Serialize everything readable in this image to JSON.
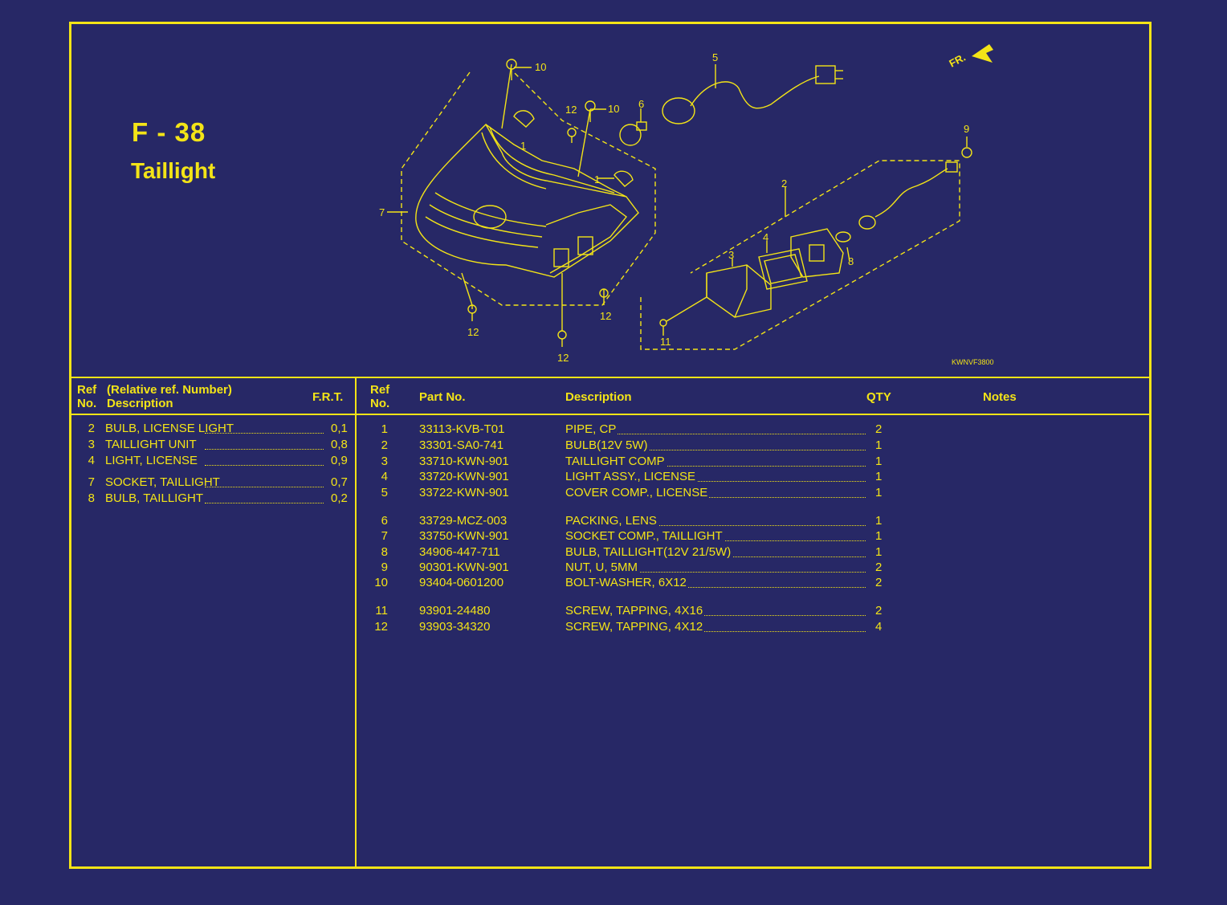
{
  "figure": {
    "number": "F - 38",
    "title": "Taillight",
    "code": "KWNVF3800",
    "direction_label": "FR.",
    "callouts": [
      "1",
      "1",
      "2",
      "3",
      "4",
      "5",
      "6",
      "7",
      "8",
      "9",
      "10",
      "10",
      "11",
      "12",
      "12",
      "12",
      "12"
    ]
  },
  "left_table": {
    "header": {
      "ref": "Ref",
      "no": "No.",
      "relative": "(Relative ref. Number)",
      "description": "Description",
      "frt": "F.R.T."
    },
    "rows": [
      {
        "ref": "2",
        "description": "BULB, LICENSE LIGHT",
        "frt": "0,1"
      },
      {
        "ref": "3",
        "description": "TAILLIGHT UNIT",
        "frt": "0,8"
      },
      {
        "ref": "4",
        "description": "LIGHT, LICENSE",
        "frt": "0,9"
      },
      {
        "ref": "7",
        "description": "SOCKET, TAILLIGHT",
        "frt": "0,7"
      },
      {
        "ref": "8",
        "description": "BULB, TAILLIGHT",
        "frt": "0,2"
      }
    ]
  },
  "parts_table": {
    "header": {
      "ref": "Ref",
      "no": "No.",
      "part_no": "Part No.",
      "description": "Description",
      "qty": "QTY",
      "notes": "Notes"
    },
    "rows": [
      {
        "ref": "1",
        "part_no": "33113-KVB-T01",
        "description": "PIPE, CP",
        "qty": "2"
      },
      {
        "ref": "2",
        "part_no": "33301-SA0-741",
        "description": "BULB(12V 5W)",
        "qty": "1"
      },
      {
        "ref": "3",
        "part_no": "33710-KWN-901",
        "description": "TAILLIGHT COMP",
        "qty": "1"
      },
      {
        "ref": "4",
        "part_no": "33720-KWN-901",
        "description": "LIGHT ASSY., LICENSE",
        "qty": "1"
      },
      {
        "ref": "5",
        "part_no": "33722-KWN-901",
        "description": "COVER COMP., LICENSE",
        "qty": "1"
      },
      {
        "ref": "6",
        "part_no": "33729-MCZ-003",
        "description": "PACKING, LENS",
        "qty": "1"
      },
      {
        "ref": "7",
        "part_no": "33750-KWN-901",
        "description": "SOCKET COMP., TAILLIGHT",
        "qty": "1"
      },
      {
        "ref": "8",
        "part_no": "34906-447-711",
        "description": "BULB, TAILLIGHT(12V 21/5W)",
        "qty": "1"
      },
      {
        "ref": "9",
        "part_no": "90301-KWN-901",
        "description": "NUT, U, 5MM",
        "qty": "2"
      },
      {
        "ref": "10",
        "part_no": "93404-0601200",
        "description": "BOLT-WASHER, 6X12",
        "qty": "2"
      },
      {
        "ref": "11",
        "part_no": "93901-24480",
        "description": "SCREW, TAPPING, 4X16",
        "qty": "2"
      },
      {
        "ref": "12",
        "part_no": "93903-34320",
        "description": "SCREW, TAPPING, 4X12",
        "qty": "4"
      }
    ]
  },
  "colors": {
    "background": "#272866",
    "ink": "#f3e417"
  }
}
